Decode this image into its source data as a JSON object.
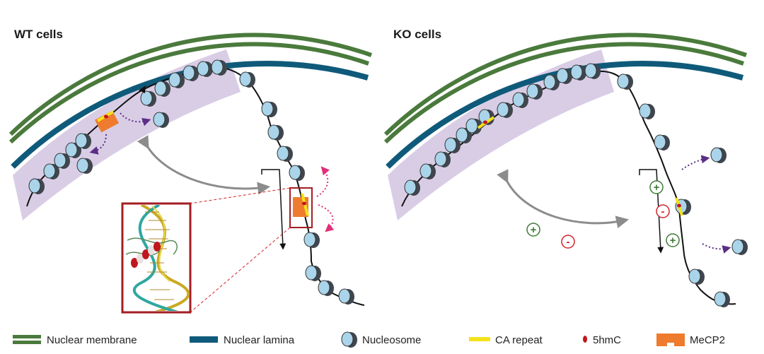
{
  "panels": {
    "wt": {
      "title": "WT cells"
    },
    "ko": {
      "title": "KO cells"
    }
  },
  "legend": {
    "nuclear_membrane": "Nuclear membrane",
    "nuclear_lamina": "Nuclear lamina",
    "nucleosome": "Nucleosome",
    "ca_repeat": "CA repeat",
    "hmc": "5hmC",
    "mecp2": "MeCP2"
  },
  "signs": {
    "plus": "+",
    "minus": "-"
  },
  "colors": {
    "membrane": "#4a7a3c",
    "lamina": "#0f5a7a",
    "lamina_region": "#d9cde6",
    "nucleosome_face": "#a9d4ea",
    "nucleosome_side": "#3f464d",
    "ca_repeat": "#f4e21a",
    "hmc": "#c0161d",
    "mecp2": "#ee7b2e",
    "highlight_box": "#a31e23",
    "purple_arrow": "#5b2e86",
    "pink_arrow": "#e0307a",
    "plus": "#3e7b35",
    "minus": "#d4232a",
    "grey_arrow": "#8c8c8c"
  }
}
